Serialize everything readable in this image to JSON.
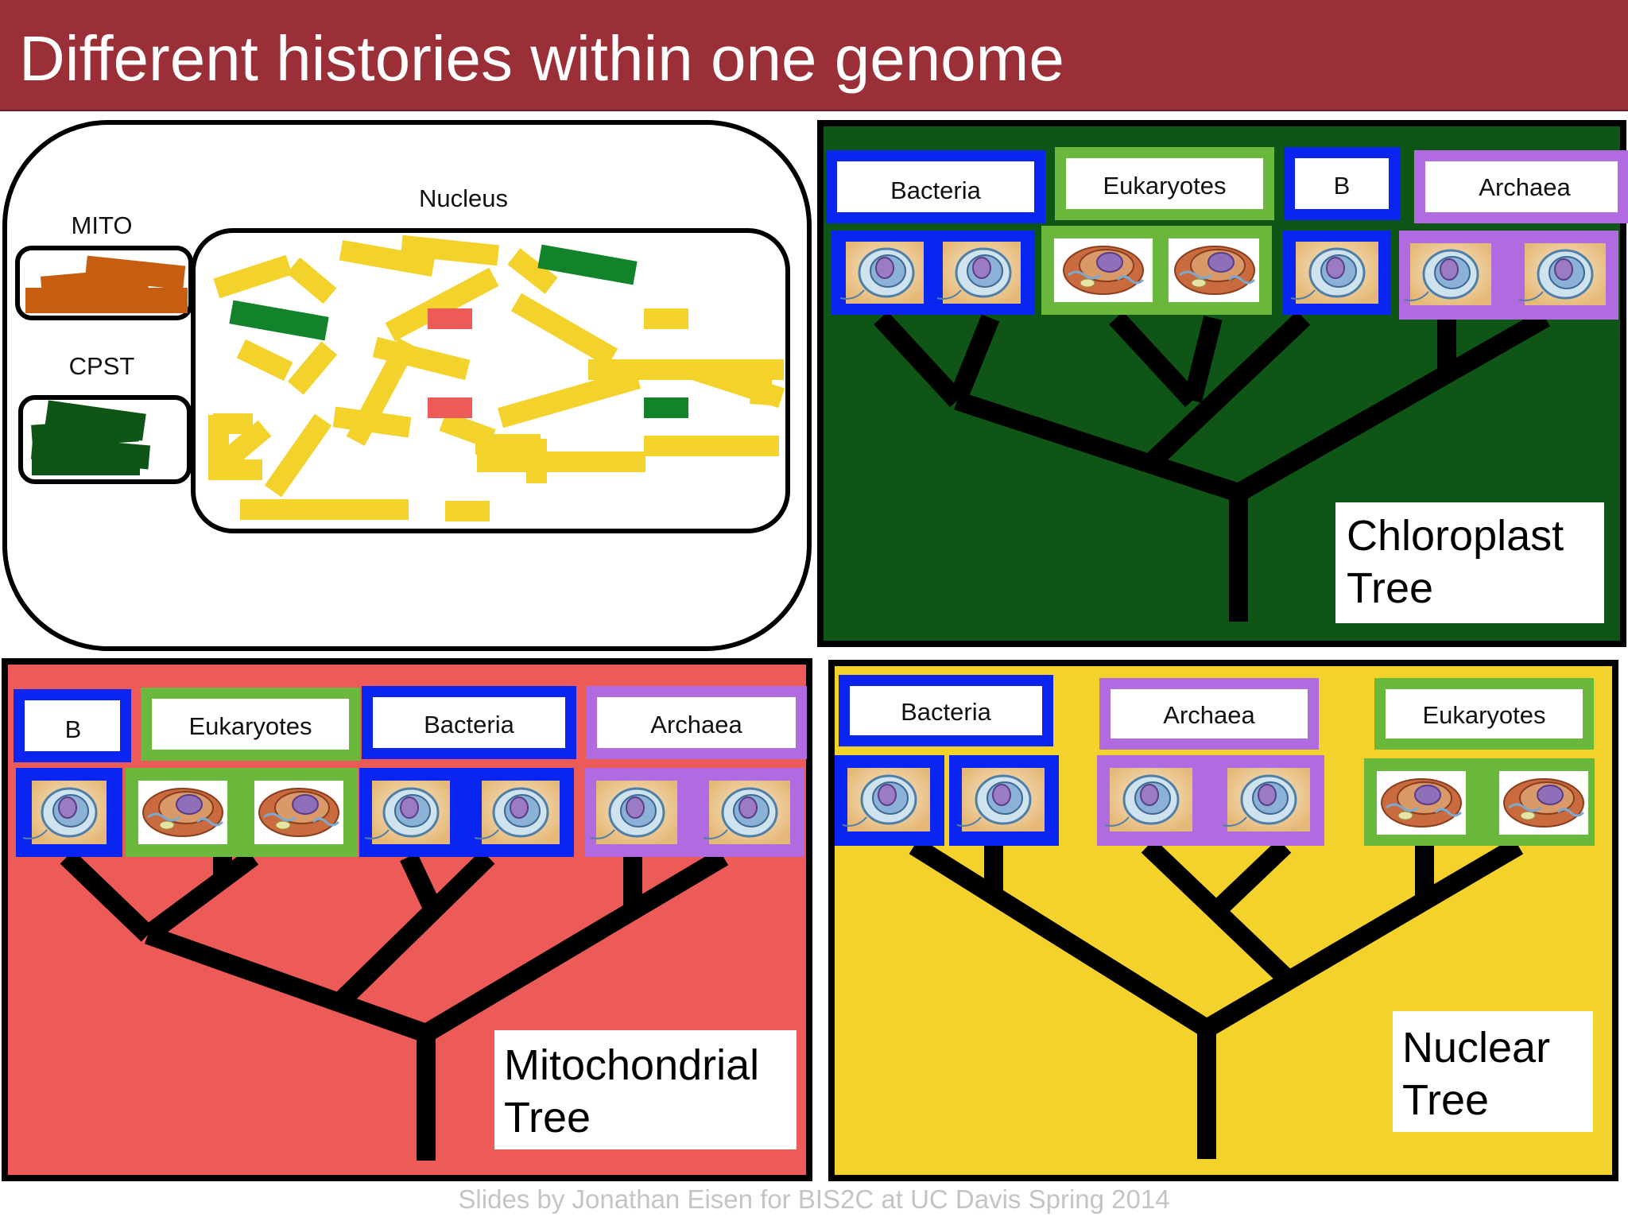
{
  "title": "Different histories within one genome",
  "footer": "Slides by Jonathan Eisen for BIS2C at UC Davis Spring 2014",
  "cell": {
    "nucleus_label": "Nucleus",
    "mito_label": "MITO",
    "cpst_label": "CPST"
  },
  "colors": {
    "header": "#9b2f37",
    "bacteria": "#0a25f0",
    "eukaryotes": "#6ab83c",
    "archaea": "#b06be0",
    "chloroplast_bg": "#0f5516",
    "mito_bg": "#ec5b58",
    "nuclear_bg": "#f4d22c",
    "nuclear_genes": "#f4d22c",
    "mito_genes": "#c65d10",
    "cpst_genes": "#0f5516",
    "green_genes": "#12832a",
    "red_genes": "#ec5b58"
  },
  "panels": {
    "chloroplast": {
      "title_line1": "Chloroplast",
      "title_line2": "Tree",
      "labels": [
        "Bacteria",
        "Eukaryotes",
        "B",
        "Archaea"
      ]
    },
    "mitochondrial": {
      "title_line1": "Mitochondrial",
      "title_line2": "Tree",
      "labels": [
        "B",
        "Eukaryotes",
        "Bacteria",
        "Archaea"
      ]
    },
    "nuclear": {
      "title_line1": "Nuclear",
      "title_line2": "Tree",
      "labels": [
        "Bacteria",
        "Archaea",
        "Eukaryotes"
      ]
    }
  }
}
